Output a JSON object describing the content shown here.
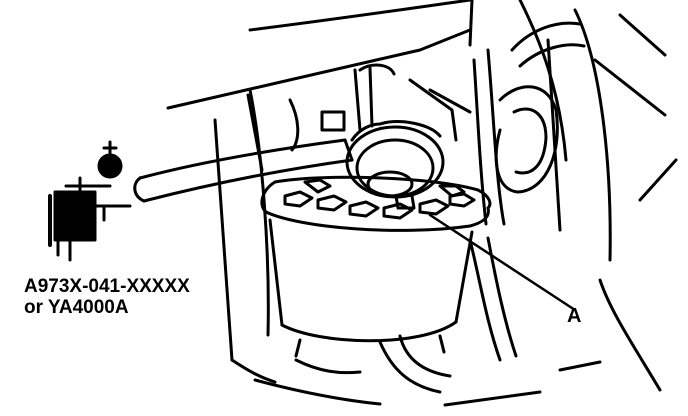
{
  "figure": {
    "tool_label_line1": "A973X-041-XXXXX",
    "tool_label_line2": "or YA4000A",
    "callout_a": "A"
  },
  "colors": {
    "ink": "#000000",
    "paper": "#ffffff"
  }
}
